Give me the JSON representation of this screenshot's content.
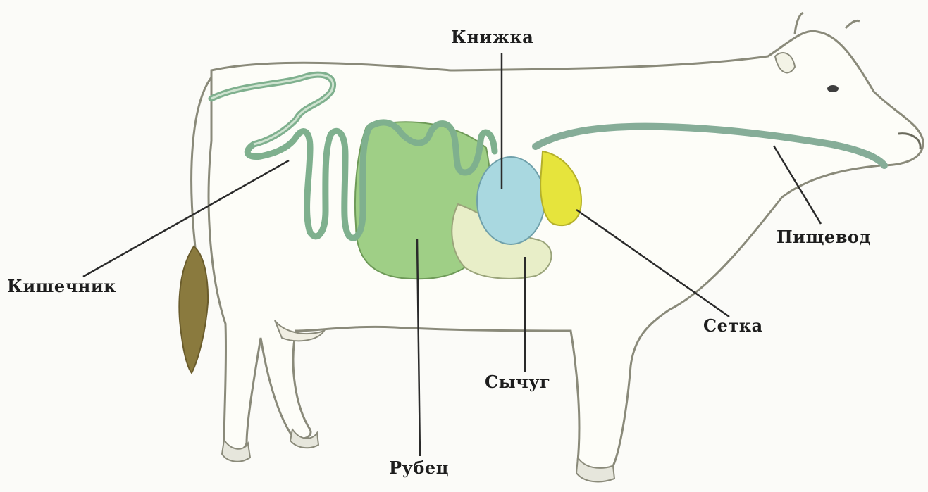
{
  "labels": {
    "knizhka": "Книжка",
    "kishechnik": "Кишечник",
    "pishchevod": "Пищевод",
    "setka": "Сетка",
    "sychug": "Сычуг",
    "rubets": "Рубец"
  },
  "colors": {
    "body_outline": "#8a8a7a",
    "rumen": "#9fcf86",
    "intestine": "#7fb08e",
    "omasum": "#a9d8e0",
    "reticulum": "#e6e43c",
    "abomasum": "#e8eec8",
    "esophagus": "#86ad98",
    "tail_tuft": "#8a7a3e",
    "leader_lines": "#2a2a2a"
  }
}
